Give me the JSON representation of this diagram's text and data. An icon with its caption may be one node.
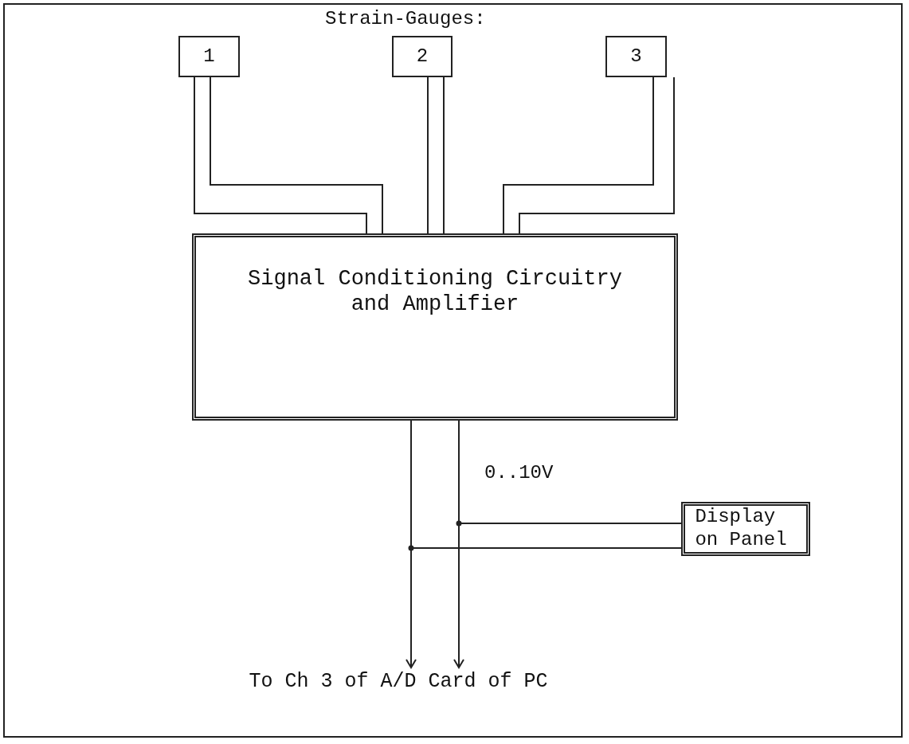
{
  "diagram": {
    "nodes": [
      {
        "text": [
          "1"
        ]
      },
      {
        "text": [
          "2"
        ]
      },
      {
        "text": [
          "3"
        ]
      },
      {
        "text": [
          "Signal Conditioning Circuitry and Amplifier"
        ]
      },
      {
        "text": [
          "Display on Panel"
        ]
      },
      {
        "text": [
          "To Ch 3 of A/D Card of PC"
        ]
      }
    ],
    "edges": [
      {
        "from": 0,
        "to": 3,
        "arrow": "none"
      },
      {
        "from": 0,
        "to": 3,
        "arrow": "none"
      },
      {
        "from": 1,
        "to": 3,
        "arrow": "none"
      },
      {
        "from": 1,
        "to": 3,
        "arrow": "none"
      },
      {
        "from": 2,
        "to": 3,
        "arrow": "none"
      },
      {
        "from": 2,
        "to": 3,
        "arrow": "none"
      },
      {
        "from": 3,
        "to": 5,
        "arrow": "to"
      },
      {
        "from": 3,
        "to": 5,
        "arrow": "to"
      },
      {
        "from": 3,
        "to": 4,
        "arrow": "none"
      },
      {
        "from": 3,
        "to": 4,
        "arrow": "none"
      }
    ],
    "labels": [
      "Strain-Gauges:",
      "0..10V"
    ]
  }
}
